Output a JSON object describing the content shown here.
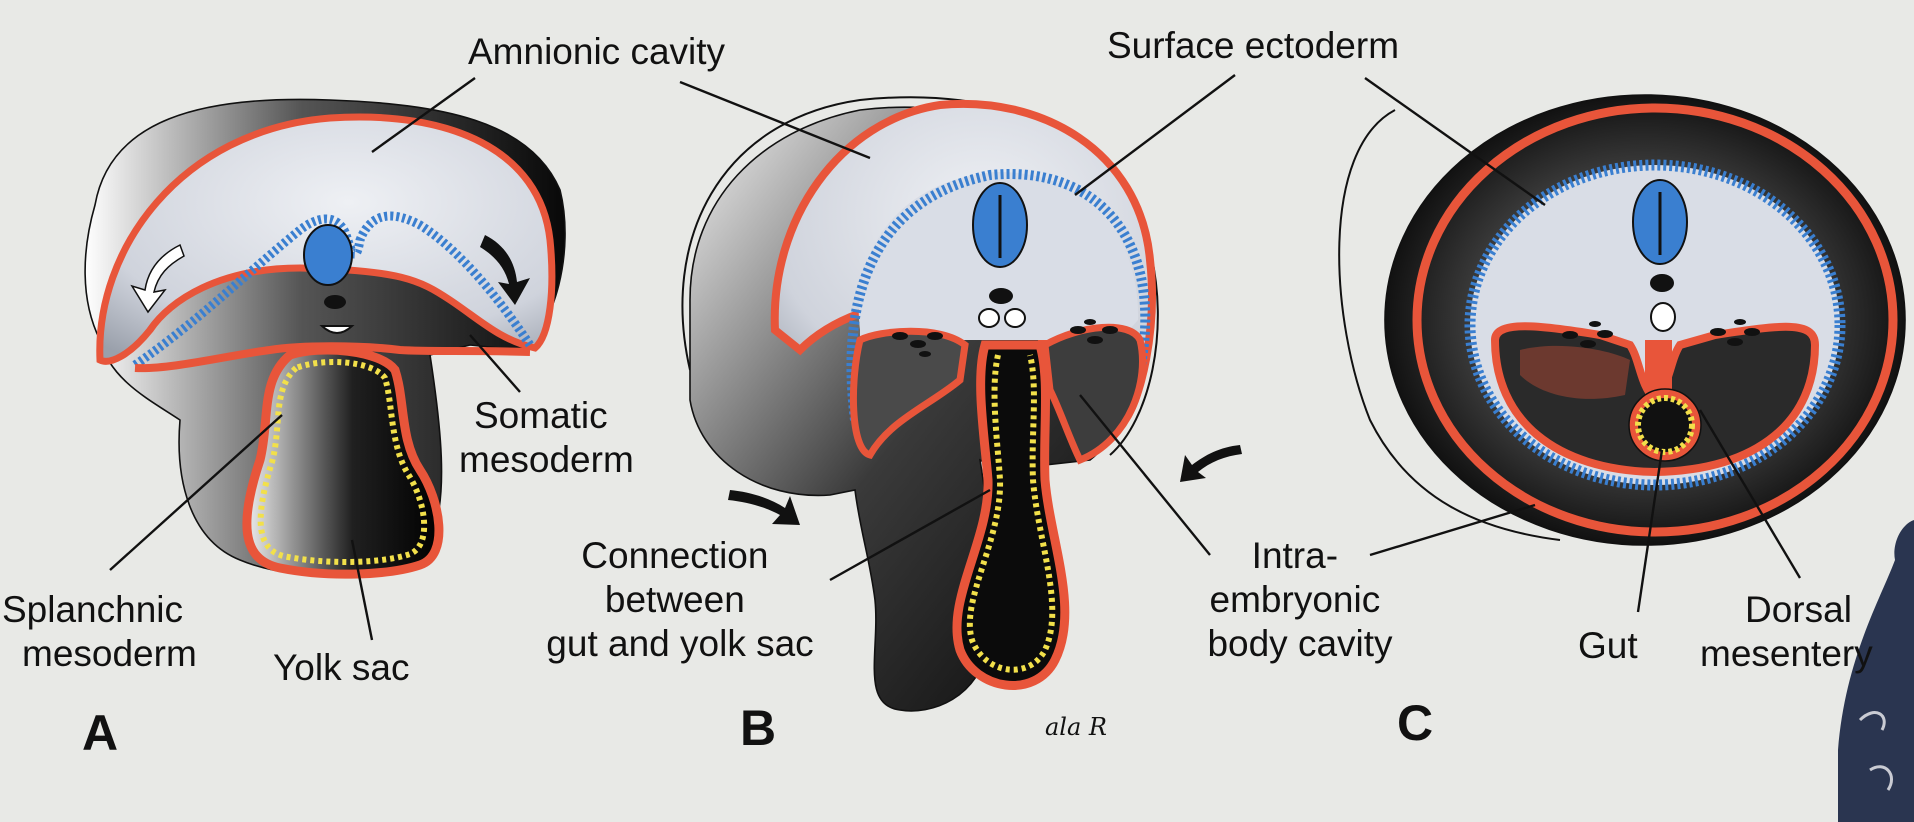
{
  "panels": {
    "a": {
      "letter": "A"
    },
    "b": {
      "letter": "B"
    },
    "c": {
      "letter": "C"
    }
  },
  "labels": {
    "amnionic_cavity": "Amnionic cavity",
    "surface_ectoderm": "Surface ectoderm",
    "somatic_mesoderm": [
      "Somatic",
      "mesoderm"
    ],
    "splanchnic_mesoderm": [
      "Splanchnic",
      "mesoderm"
    ],
    "yolk_sac": "Yolk sac",
    "connection": [
      "Connection",
      "between",
      "gut and yolk sac"
    ],
    "intraembryonic_cavity": [
      "Intra-",
      "embryonic",
      "body cavity"
    ],
    "gut": "Gut",
    "dorsal_mesentery": [
      "Dorsal",
      "mesentery"
    ]
  },
  "signature": "ala R",
  "colors": {
    "background": "#e8e9e6",
    "mesoderm": "#e8553a",
    "ectoderm": "#3a7fd0",
    "endoderm": "#f2e04a",
    "tissue_dark": "#151515",
    "cavity_light": "#d9dde6"
  },
  "icons": [
    "fold-arrow-icon",
    "fold-arrow-icon",
    "fold-arrow-icon",
    "fold-arrow-icon"
  ]
}
